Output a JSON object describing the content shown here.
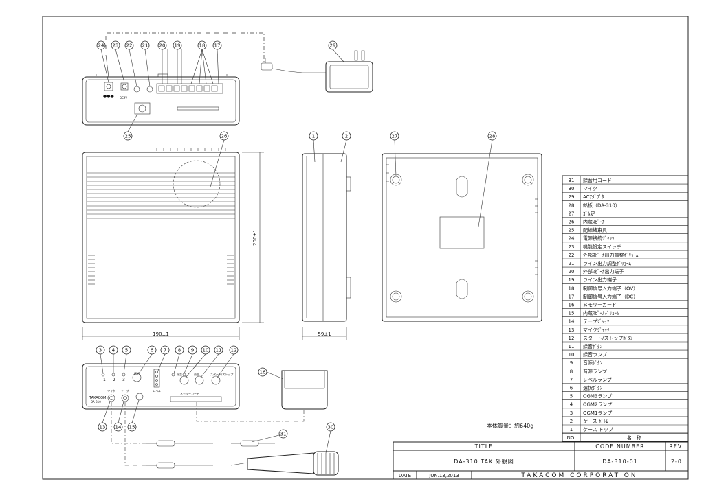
{
  "drawing": {
    "weight_note": "本体質量：約640g",
    "dimensions": {
      "width": "190±1",
      "height": "200±1",
      "depth": "59±1"
    },
    "callouts_top": [
      "24",
      "23",
      "22",
      "21",
      "20",
      "19",
      "18",
      "17"
    ],
    "callouts_adapter": "29",
    "callouts_bottom_rear": "25",
    "callouts_main": [
      "26",
      "1",
      "2",
      "27",
      "28"
    ],
    "callouts_front_top": [
      "3",
      "4",
      "5",
      "6",
      "7",
      "8",
      "9",
      "10",
      "11",
      "12"
    ],
    "callouts_front_bottom": [
      "13",
      "14",
      "15"
    ],
    "callout_card": "16",
    "callout_cable": "31",
    "callout_mic": "30",
    "front_labels": {
      "led1": "1",
      "led2": "2",
      "led3": "3",
      "select": "選択",
      "level": "レベル",
      "rec": "録音",
      "play": "再生",
      "startstop": "スタート/ストップ",
      "memory_card": "メモリーカード",
      "brand": "TAKACOM",
      "model": "DA-310",
      "mic": "マイク",
      "tape": "テープ"
    }
  },
  "parts_list": {
    "header_no": "NO.",
    "header_name": "名　称",
    "items": [
      {
        "no": "31",
        "name": "録音用コード"
      },
      {
        "no": "30",
        "name": "マイク"
      },
      {
        "no": "29",
        "name": "ACｱﾀﾞﾌﾟﾀ"
      },
      {
        "no": "28",
        "name": "銘板（DA-310）"
      },
      {
        "no": "27",
        "name": "ｺﾞﾑ足"
      },
      {
        "no": "26",
        "name": "内蔵ｽﾋﾟｰｶ"
      },
      {
        "no": "25",
        "name": "配線結束具"
      },
      {
        "no": "24",
        "name": "電源接続ｼﾞｬｯｸ"
      },
      {
        "no": "23",
        "name": "機能設定スイッチ"
      },
      {
        "no": "22",
        "name": "外部ｽﾋﾟｰｶ出力調整ﾎﾞﾘｭｰﾑ"
      },
      {
        "no": "21",
        "name": "ライン出力調整ﾎﾞﾘｭｰﾑ"
      },
      {
        "no": "20",
        "name": "外部ｽﾋﾟｰｶ出力端子"
      },
      {
        "no": "19",
        "name": "ライン出力端子"
      },
      {
        "no": "18",
        "name": "制御信号入力端子（OV）"
      },
      {
        "no": "17",
        "name": "制御信号入力端子（DC）"
      },
      {
        "no": "16",
        "name": "メモリーカード"
      },
      {
        "no": "15",
        "name": "内蔵ｽﾋﾟｰｶﾎﾞﾘｭｰﾑ"
      },
      {
        "no": "14",
        "name": "テープｼﾞｬｯｸ"
      },
      {
        "no": "13",
        "name": "マイクｼﾞｬｯｸ"
      },
      {
        "no": "12",
        "name": "スタート/ストップﾎﾞﾀﾝ"
      },
      {
        "no": "11",
        "name": "録音ﾎﾞﾀﾝ"
      },
      {
        "no": "10",
        "name": "録音ランプ"
      },
      {
        "no": "9",
        "name": "音源ﾎﾞﾀﾝ"
      },
      {
        "no": "8",
        "name": "音源ランプ"
      },
      {
        "no": "7",
        "name": "レベルランプ"
      },
      {
        "no": "6",
        "name": "選択ﾎﾞﾀﾝ"
      },
      {
        "no": "5",
        "name": "OGM3ランプ"
      },
      {
        "no": "4",
        "name": "OGM2ランプ"
      },
      {
        "no": "3",
        "name": "OGM1ランプ"
      },
      {
        "no": "2",
        "name": "ケース ﾎﾞﾄﾑ"
      },
      {
        "no": "1",
        "name": "ケース トップ"
      }
    ]
  },
  "title_block": {
    "title_label": "TITLE",
    "code_label": "CODE NUMBER",
    "rev_label": "REV.",
    "title_value": "DA-310 TAK 外観図",
    "code_value": "DA-310-01",
    "rev_value": "2-0",
    "date_label": "DATE",
    "date_value": "JUN.13,2013",
    "company": "TAKACOM CORPORATION"
  }
}
